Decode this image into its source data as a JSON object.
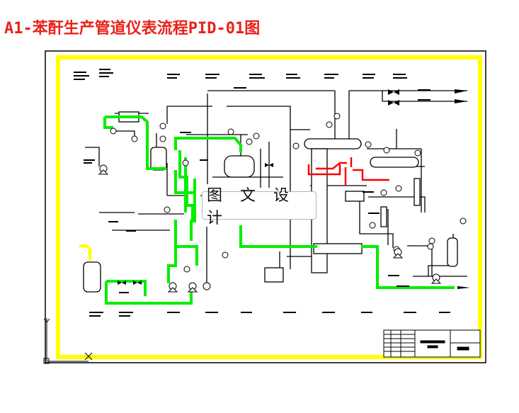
{
  "title": "A1-苯酐生产管道仪表流程PID-01图",
  "watermark": "图 文 设 计",
  "colors": {
    "title": "#e8221a",
    "frame": "#000000",
    "border_band": "#ffff00",
    "process_line": "#00ee00",
    "main_line": "#000000",
    "hot_line": "#ff0000",
    "feed_line": "#ffff00"
  },
  "elements": {
    "pumps": 6,
    "vessels": 5,
    "instruments": 22,
    "valves": 10
  }
}
